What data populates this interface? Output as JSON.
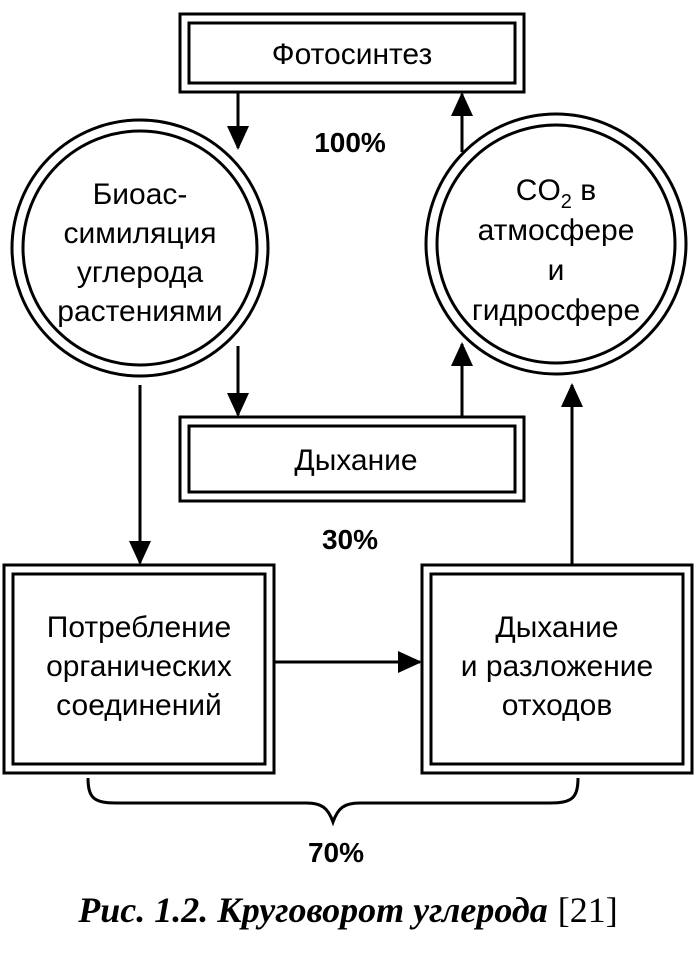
{
  "nodes": {
    "photosynthesis": {
      "label": "Фотосинтез"
    },
    "bioassimilation": {
      "lines": [
        "Биоас-",
        "симиляция",
        "углерода",
        "растениями"
      ]
    },
    "co2": {
      "line1_main": "CO",
      "line1_sub": "2",
      "line1_rest": " в",
      "lines": [
        "атмосфере",
        "и",
        "гидросфере"
      ]
    },
    "respiration": {
      "label": "Дыхание"
    },
    "consumption": {
      "lines": [
        "Потребление",
        "органических",
        "соединений"
      ]
    },
    "decomposition": {
      "lines": [
        "Дыхание",
        "и разложение",
        "отходов"
      ]
    }
  },
  "percentages": {
    "photosynthesis": "100%",
    "respiration": "30%",
    "consumption_decomposition": "70%"
  },
  "caption": {
    "title": "Рис. 1.2. Круговорот углерода",
    "reference": "[21]"
  }
}
